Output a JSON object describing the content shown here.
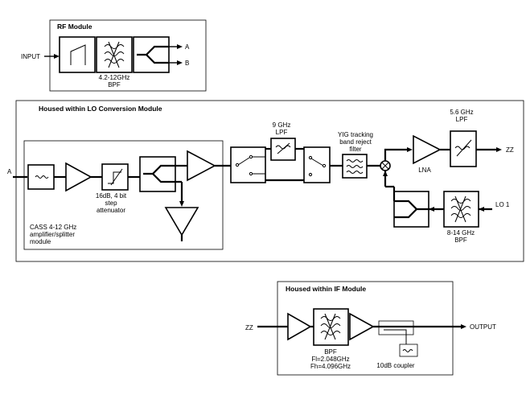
{
  "rf_module": {
    "title": "RF Module",
    "input_label": "INPUT",
    "out_a": "A",
    "out_b": "B",
    "bpf_line1": "4.2-12GHz",
    "bpf_line2": "BPF"
  },
  "lo_module": {
    "title": "Housed within LO Conversion Module",
    "input_a": "A",
    "atten_line1": "16dB, 4 bit",
    "atten_line2": "step",
    "atten_line3": "attenuator",
    "cass_line1": "CASS 4-12 GHz",
    "cass_line2": "amplifier/splitter",
    "cass_line3": "module",
    "lpf9_line1": "9 GHz",
    "lpf9_line2": "LPF",
    "yig_line1": "YIG tracking",
    "yig_line2": "band reject",
    "yig_line3": "filter",
    "lpf56_line1": "5.6 GHz",
    "lpf56_line2": "LPF",
    "lna": "LNA",
    "out_zz": "ZZ",
    "lo1": "LO 1",
    "bpf814_line1": "8-14 GHz",
    "bpf814_line2": "BPF"
  },
  "if_module": {
    "title": "Housed within IF Module",
    "input_zz": "ZZ",
    "output": "OUTPUT",
    "bpf_line1": "BPF",
    "bpf_line2": "Fl=2.048GHz",
    "bpf_line3": "Fh=4.096GHz",
    "coupler": "10dB coupler"
  }
}
